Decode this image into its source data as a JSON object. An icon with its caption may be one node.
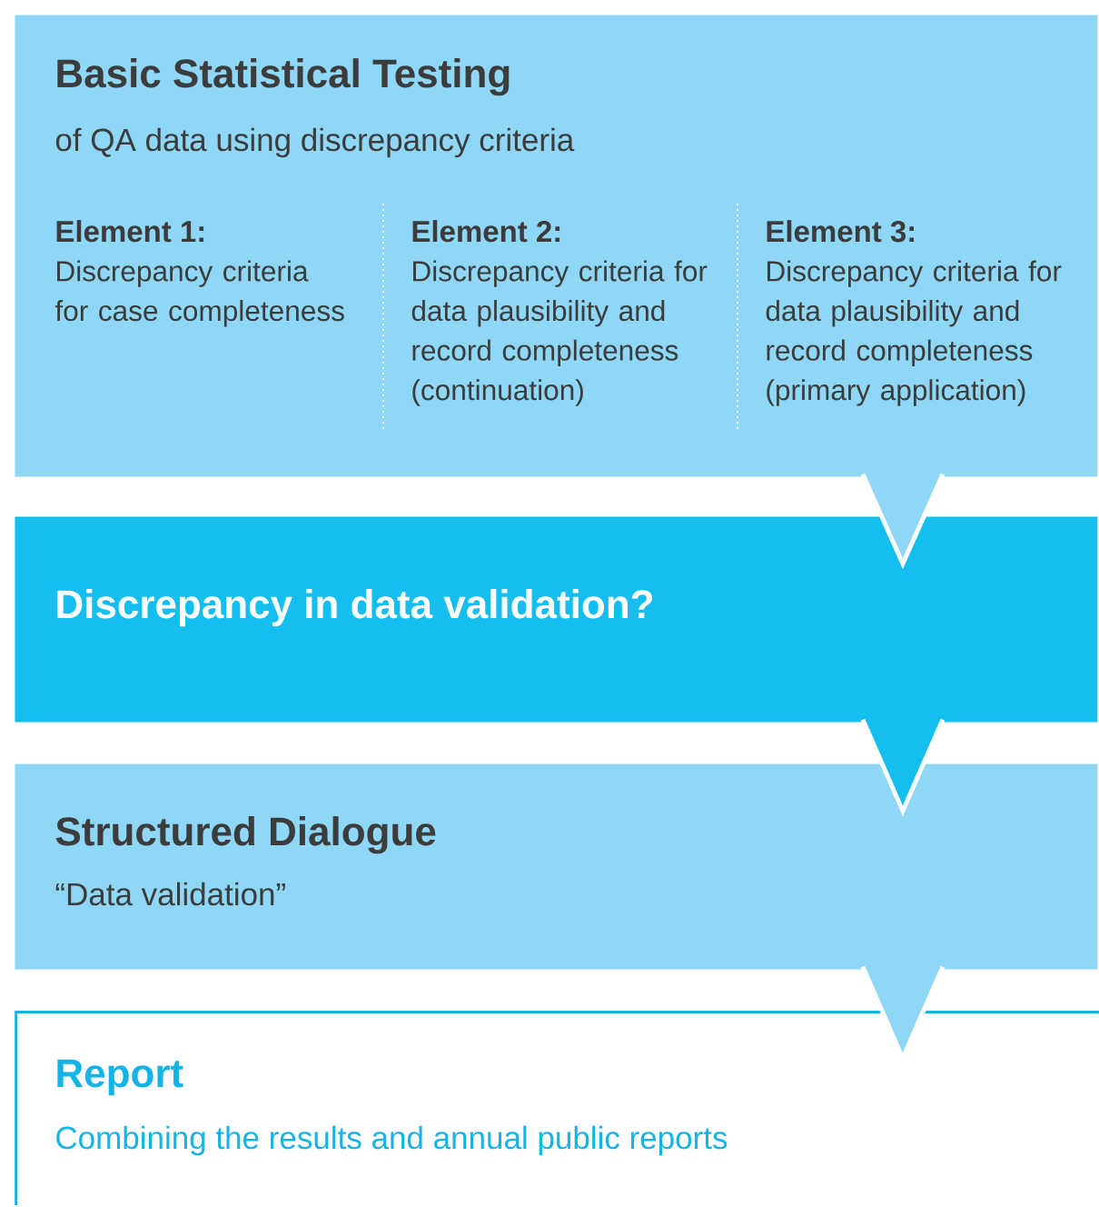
{
  "diagram": {
    "nodes": [
      {
        "text": [
          "Basic Statistical Testing",
          "of QA data using discrepancy criteria"
        ]
      },
      {
        "text": [
          "Discrepancy in data validation?"
        ]
      },
      {
        "text": [
          "Structured Dialogue",
          "“Data validation”"
        ]
      },
      {
        "text": [
          "Report",
          "Combining the results and annual public reports"
        ]
      }
    ],
    "edges": [
      {
        "from": 0,
        "to": 1,
        "arrow": "to"
      },
      {
        "from": 1,
        "to": 2,
        "arrow": "to"
      },
      {
        "from": 2,
        "to": 3,
        "arrow": "to"
      }
    ],
    "labels": [
      "Element 1:",
      "Discrepancy criteria for case completeness",
      "Element 2:",
      "Discrepancy criteria for data plausibility and record completeness (continuation)",
      "Element 3:",
      "Discrepancy criteria for data plausibility and record completeness (primary application)"
    ]
  }
}
